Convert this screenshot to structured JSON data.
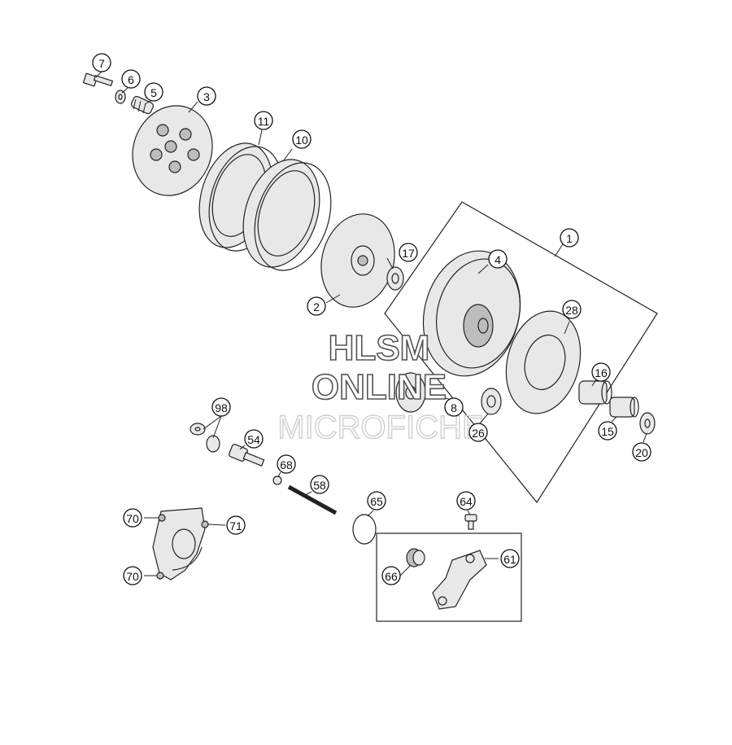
{
  "watermark": {
    "line1": "HLSM",
    "line2": "ONLINE",
    "line3": "MICROFICHE"
  },
  "callouts": [
    {
      "id": "c7",
      "label": "7"
    },
    {
      "id": "c6",
      "label": "6"
    },
    {
      "id": "c5",
      "label": "5"
    },
    {
      "id": "c3",
      "label": "3"
    },
    {
      "id": "c11",
      "label": "11"
    },
    {
      "id": "c10",
      "label": "10"
    },
    {
      "id": "c1",
      "label": "1"
    },
    {
      "id": "c17",
      "label": "17"
    },
    {
      "id": "c4",
      "label": "4"
    },
    {
      "id": "c2",
      "label": "2"
    },
    {
      "id": "c28",
      "label": "28"
    },
    {
      "id": "c16",
      "label": "16"
    },
    {
      "id": "c8",
      "label": "8"
    },
    {
      "id": "c26",
      "label": "26"
    },
    {
      "id": "c15",
      "label": "15"
    },
    {
      "id": "c20",
      "label": "20"
    },
    {
      "id": "c98",
      "label": "98"
    },
    {
      "id": "c54",
      "label": "54"
    },
    {
      "id": "c68",
      "label": "68"
    },
    {
      "id": "c58",
      "label": "58"
    },
    {
      "id": "c65",
      "label": "65"
    },
    {
      "id": "c64",
      "label": "64"
    },
    {
      "id": "c61",
      "label": "61"
    },
    {
      "id": "c66",
      "label": "66"
    },
    {
      "id": "c70a",
      "label": "70"
    },
    {
      "id": "c71",
      "label": "71"
    },
    {
      "id": "c70b",
      "label": "70"
    }
  ]
}
